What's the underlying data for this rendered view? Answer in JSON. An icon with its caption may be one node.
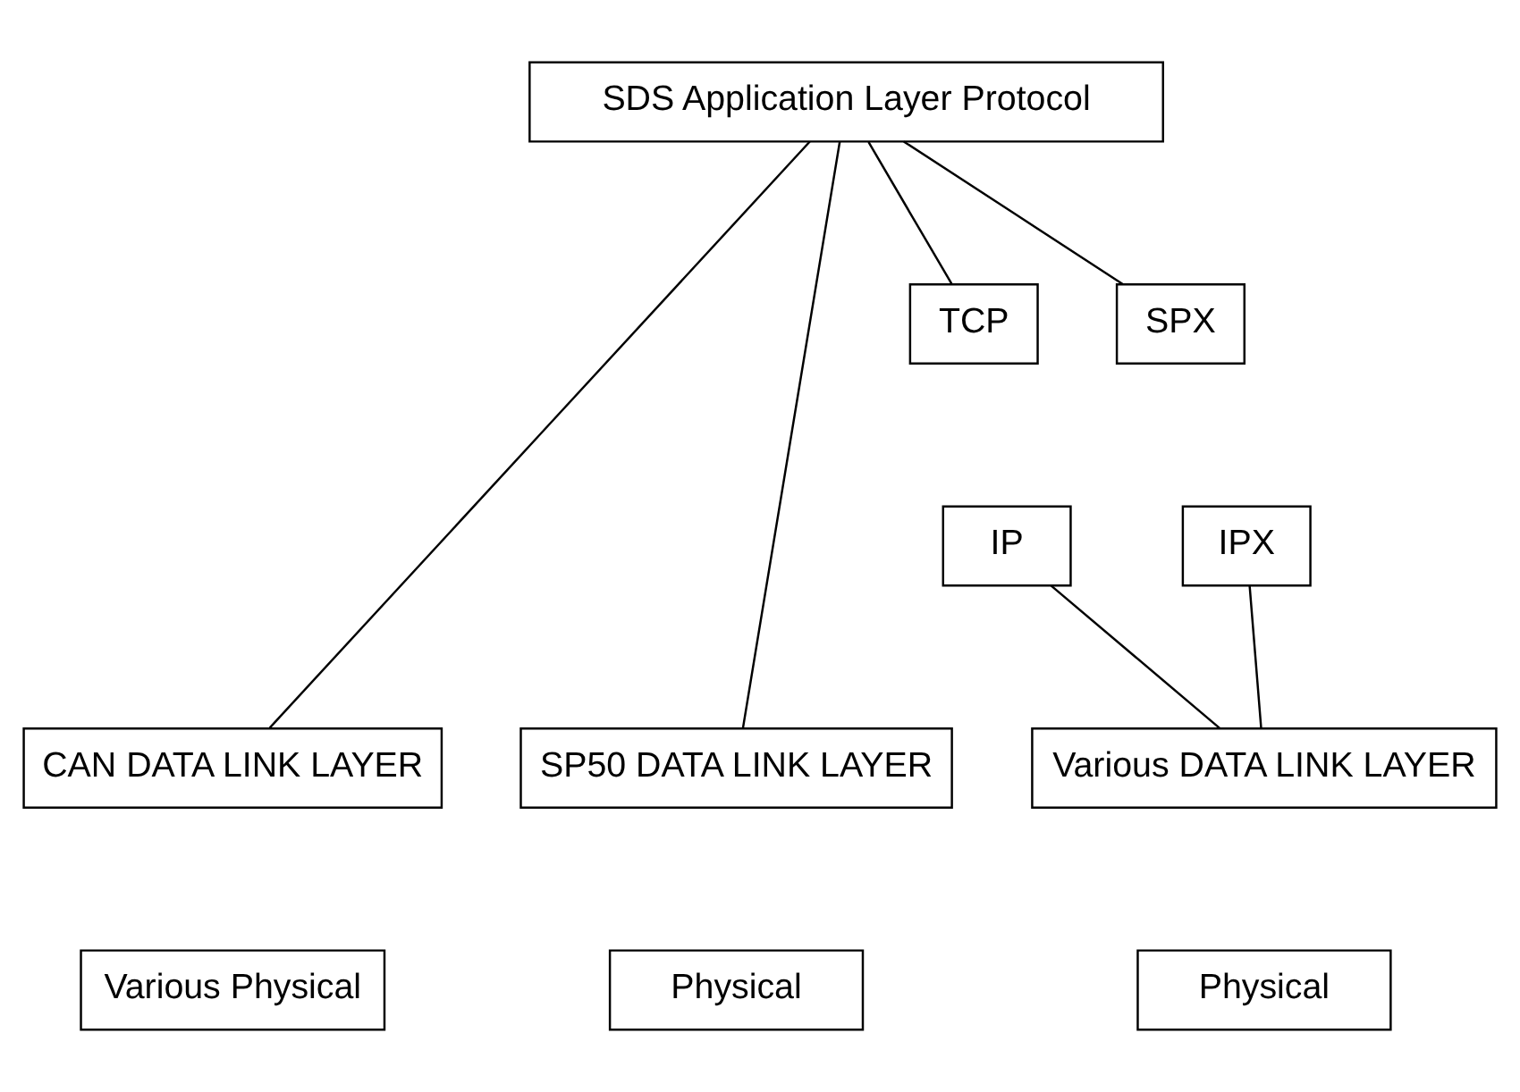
{
  "diagram": {
    "nodes": [
      {
        "text": [
          "SDS Application Layer Protocol"
        ]
      },
      {
        "text": [
          "CAN DATA LINK LAYER"
        ]
      },
      {
        "text": [
          "Various Physical"
        ]
      },
      {
        "text": [
          "SP50 DATA LINK LAYER"
        ]
      },
      {
        "text": [
          "Physical"
        ]
      },
      {
        "text": [
          "TCP"
        ]
      },
      {
        "text": [
          "IP"
        ]
      },
      {
        "text": [
          "SPX"
        ]
      },
      {
        "text": [
          "IPX"
        ]
      },
      {
        "text": [
          "Various DATA LINK LAYER"
        ]
      },
      {
        "text": [
          "Physical"
        ]
      }
    ],
    "edges": [
      {
        "from": 0,
        "to": 1,
        "arrow": "none"
      },
      {
        "from": 0,
        "to": 3,
        "arrow": "none"
      },
      {
        "from": 0,
        "to": 5,
        "arrow": "none"
      },
      {
        "from": 0,
        "to": 7,
        "arrow": "none"
      },
      {
        "from": 6,
        "to": 9,
        "arrow": "none"
      },
      {
        "from": 8,
        "to": 9,
        "arrow": "none"
      }
    ]
  }
}
